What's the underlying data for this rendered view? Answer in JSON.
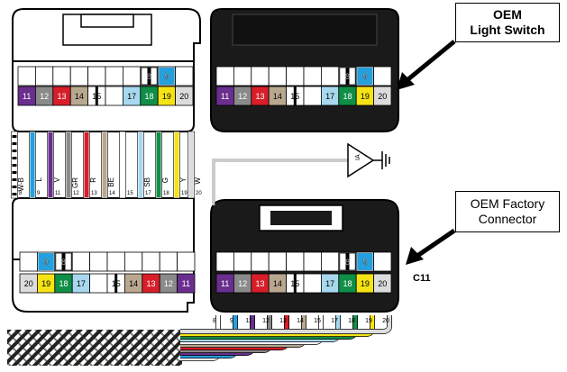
{
  "colors": {
    "11": "#6a2e8e",
    "12": "#8a8a8a",
    "13": "#d81e2a",
    "14": "#b9a88f",
    "15": "#ffffff",
    "17": "#a8d8ef",
    "18": "#0f8f47",
    "19": "#f5e315",
    "20": "#dcdcdc",
    "9": "#26a0dc",
    "8": "#ffffff",
    "wire_wb": "#ffffff",
    "wire_l": "#26a0dc",
    "wire_v": "#6a2e8e",
    "wire_gr": "#8a8a8a",
    "wire_r": "#d81e2a",
    "wire_be": "#b9a88f",
    "wire_sb": "#a8d8ef",
    "wire_g": "#0f8f47",
    "wire_y": "#f5e315",
    "wire_w": "#dcdcdc"
  },
  "callouts": {
    "light_switch": {
      "line1": "OEM",
      "line2": "Light Switch"
    },
    "factory_connector": {
      "line1": "OEM Factory",
      "line2": "Connector"
    }
  },
  "connector_label": "C11",
  "ground_label": "IA",
  "pins_top_row": [
    "8",
    "9"
  ],
  "pins_bottom_row": [
    "11",
    "12",
    "13",
    "14",
    "15",
    "",
    "17",
    "18",
    "19",
    "20"
  ],
  "pins_mirror_top": [
    "9",
    "8"
  ],
  "pins_mirror_bottom": [
    "20",
    "19",
    "18",
    "17",
    "",
    "15",
    "14",
    "13",
    "12",
    "11"
  ],
  "wires": [
    {
      "code": "W-B",
      "pin": "8"
    },
    {
      "code": "L",
      "pin": "9"
    },
    {
      "code": "V",
      "pin": "11"
    },
    {
      "code": "GR",
      "pin": "12"
    },
    {
      "code": "R",
      "pin": "13"
    },
    {
      "code": "BE",
      "pin": "14"
    },
    {
      "code": "",
      "pin": "15"
    },
    {
      "code": "SB",
      "pin": "17"
    },
    {
      "code": "G",
      "pin": "18"
    },
    {
      "code": "Y",
      "pin": "19"
    },
    {
      "code": "W",
      "pin": "20"
    }
  ],
  "harness_pins": [
    "8",
    "9",
    "11",
    "12",
    "13",
    "14",
    "15",
    "17",
    "18",
    "19",
    "20"
  ]
}
